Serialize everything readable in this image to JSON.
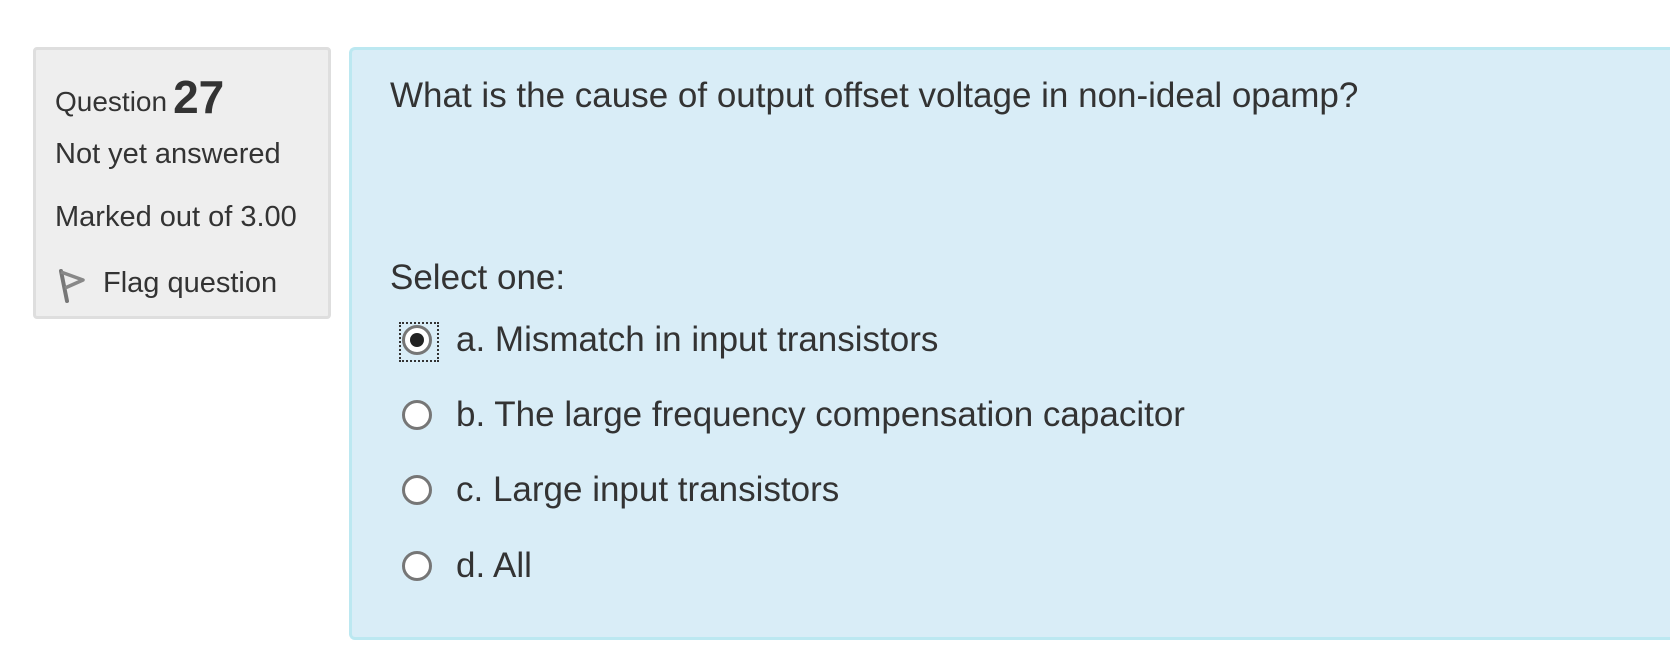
{
  "info": {
    "question_word": "Question",
    "question_number": "27",
    "state": "Not yet answered",
    "grade": "Marked out of 3.00",
    "flag_label": "Flag question",
    "flag_icon": "flag-icon"
  },
  "question": {
    "text": "What is the cause of output offset voltage in non-ideal opamp?",
    "prompt": "Select one:",
    "options": [
      {
        "label": "a. Mismatch in input transistors",
        "selected": true
      },
      {
        "label": "b. The large frequency compensation capacitor",
        "selected": false
      },
      {
        "label": "c. Large input transistors",
        "selected": false
      },
      {
        "label": "d. All",
        "selected": false
      }
    ]
  },
  "colors": {
    "info_bg": "#eeeeee",
    "info_border": "#dedede",
    "content_bg": "#d9edf7",
    "content_border": "#bce8f1",
    "text": "#333333"
  }
}
